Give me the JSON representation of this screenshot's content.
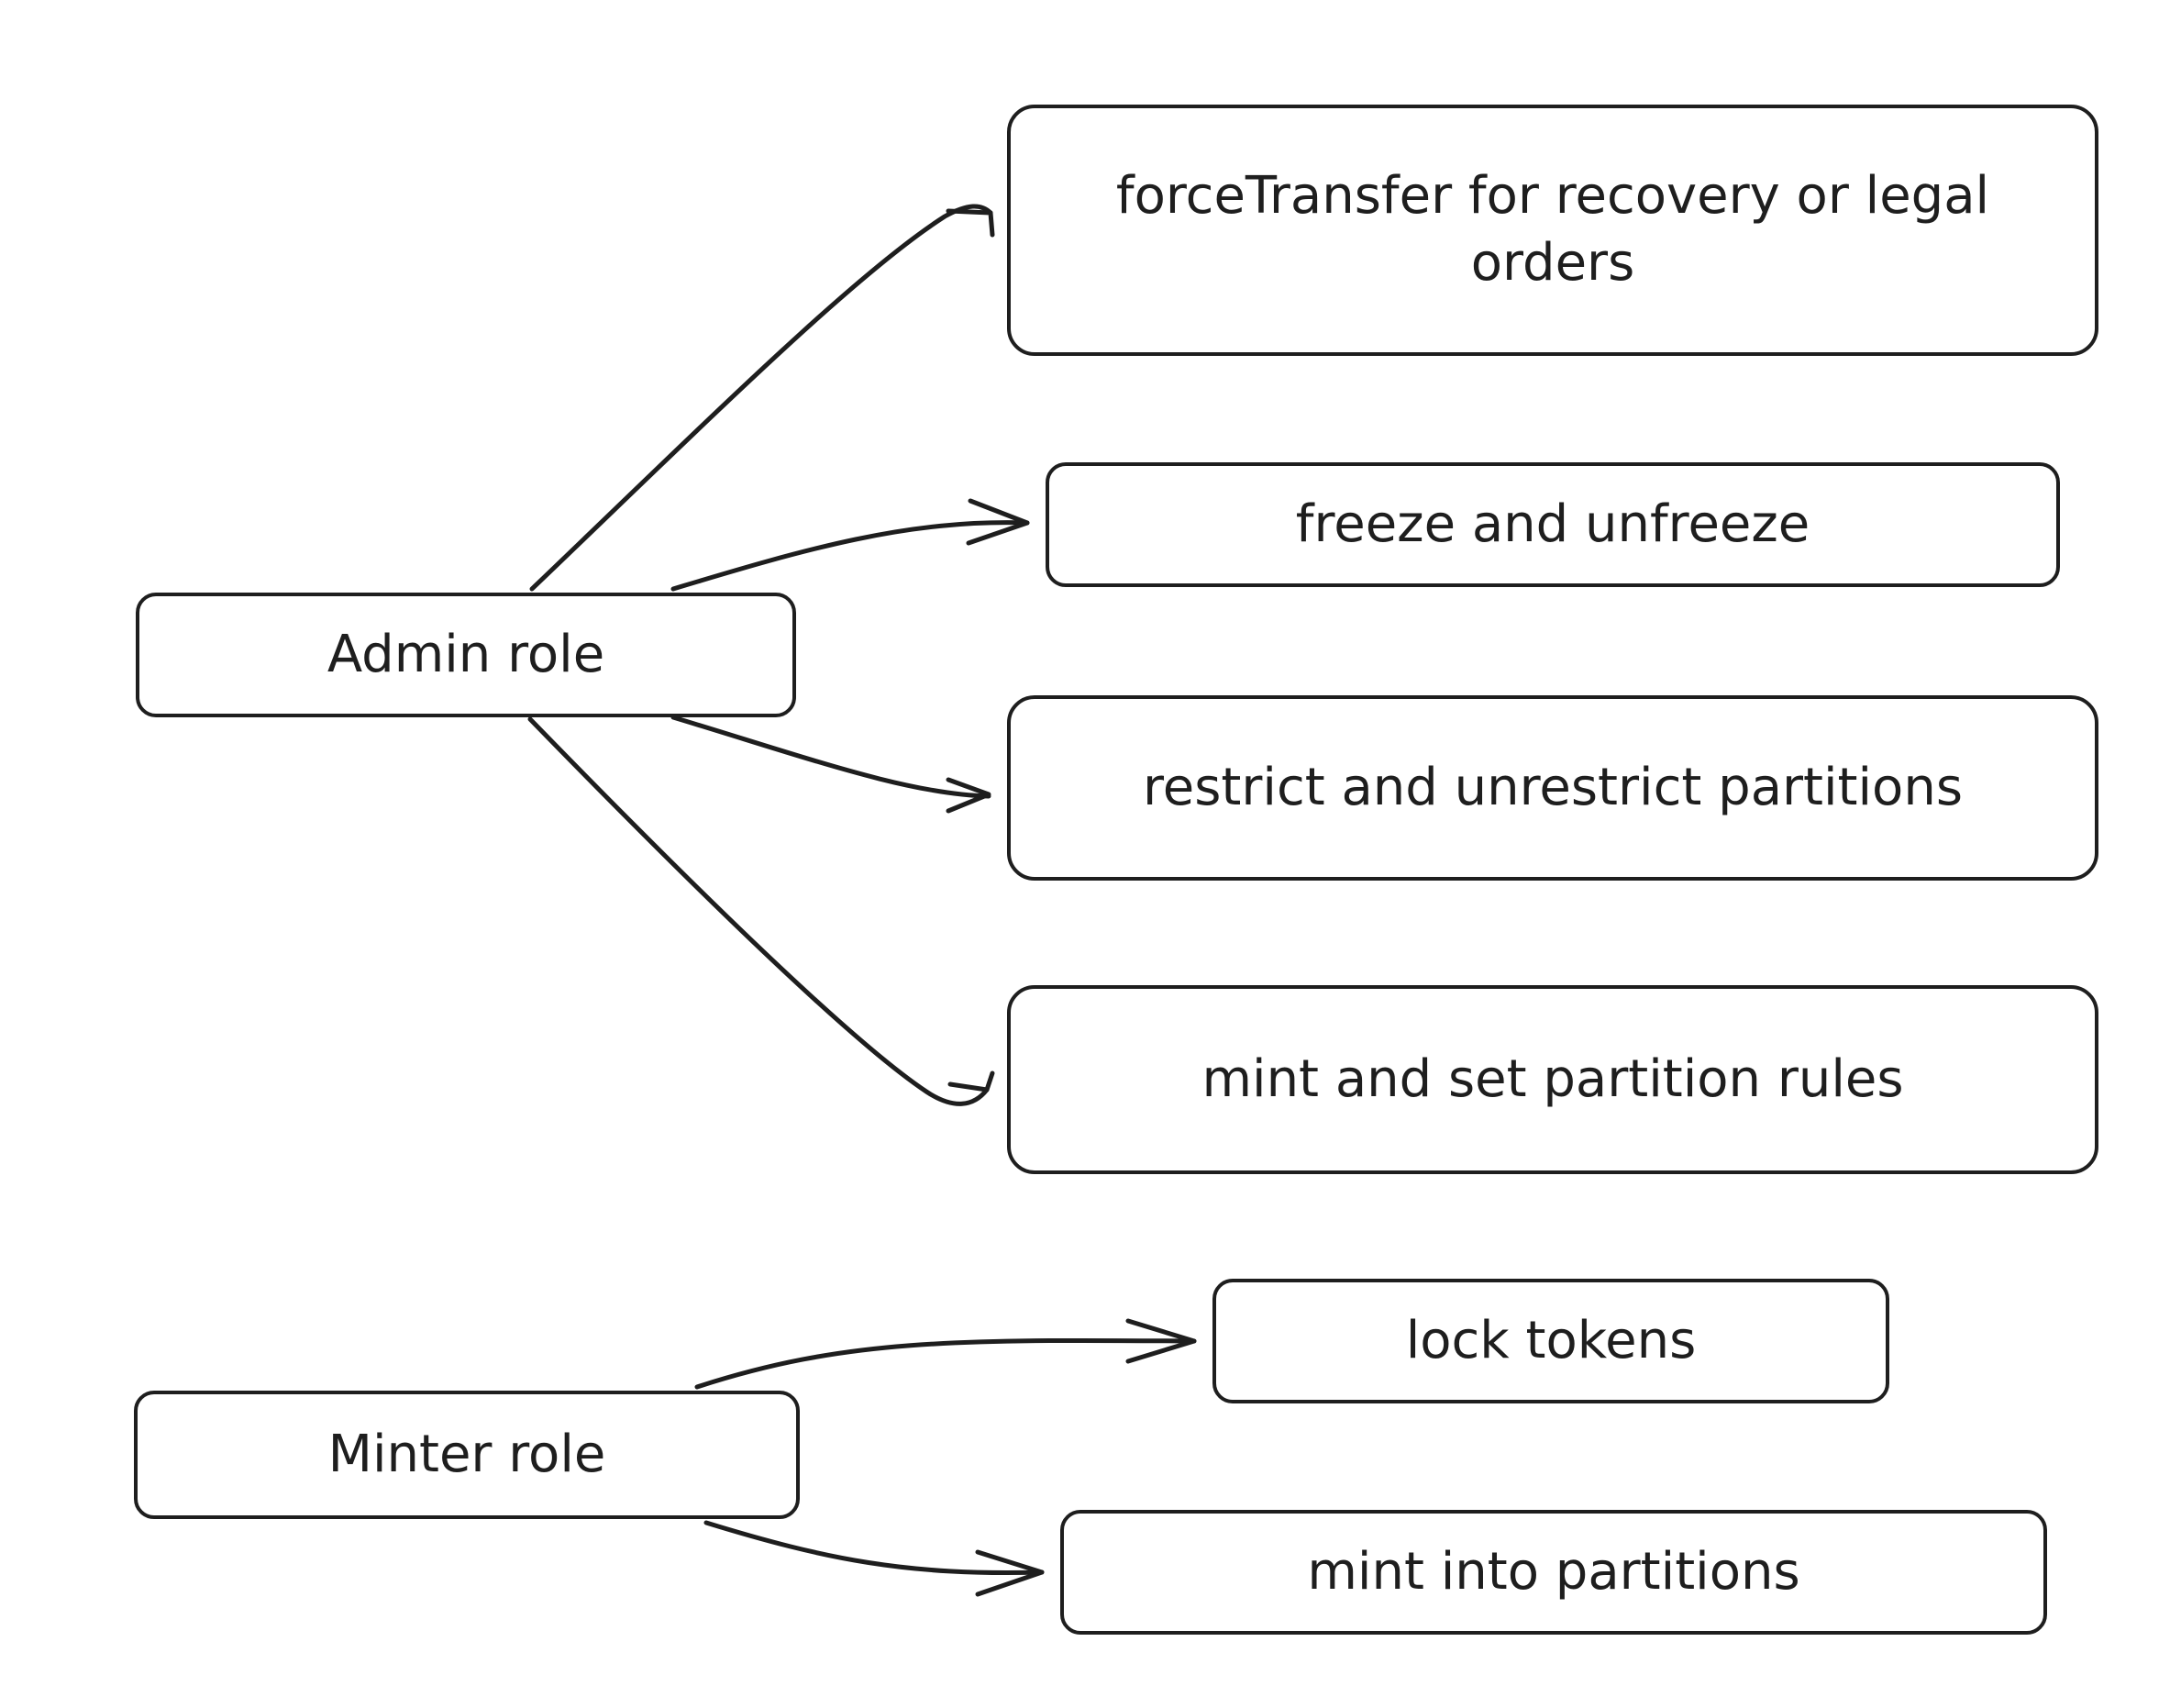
{
  "diagram": {
    "roles": {
      "admin": "Admin role",
      "minter": "Minter role"
    },
    "capabilities": {
      "force_transfer": "forceTransfer for recovery or legal orders",
      "freeze": "freeze and unfreeze",
      "restrict": "restrict and unrestrict partitions",
      "mint_rules": "mint and set partition rules",
      "lock": "lock tokens",
      "mint_into": "mint into partitions"
    },
    "edges": [
      {
        "from": "admin",
        "to": "force_transfer"
      },
      {
        "from": "admin",
        "to": "freeze"
      },
      {
        "from": "admin",
        "to": "restrict"
      },
      {
        "from": "admin",
        "to": "mint_rules"
      },
      {
        "from": "minter",
        "to": "lock"
      },
      {
        "from": "minter",
        "to": "mint_into"
      }
    ],
    "colors": {
      "stroke": "#1e1e1e",
      "background": "#ffffff"
    }
  }
}
